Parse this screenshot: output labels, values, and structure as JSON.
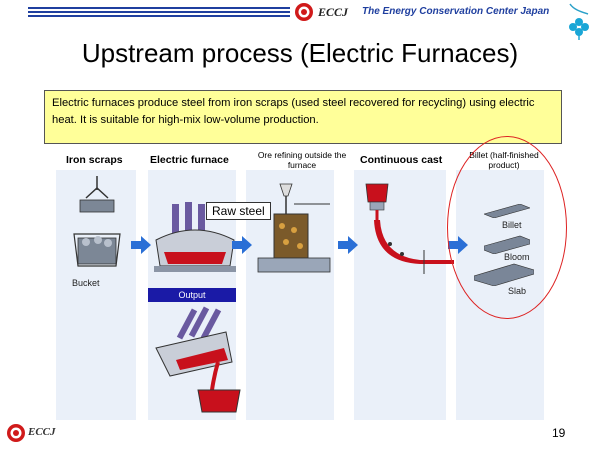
{
  "header": {
    "org_short": "ECCJ",
    "org_name": "The Energy Conservation Center Japan"
  },
  "title": "Upstream process (Electric Furnaces)",
  "intro_text": "Electric furnaces produce steel from iron scraps (used steel recovered for recycling) using electric heat. It is suitable for high-mix low-volume production.",
  "diagram": {
    "steps": [
      {
        "label": "Iron scraps"
      },
      {
        "label": "Electric furnace"
      },
      {
        "label": "Ore refining outside the furnace"
      },
      {
        "label": "Continuous cast"
      },
      {
        "label": "Billet (half-finished product)"
      }
    ],
    "bucket_label": "Bucket",
    "output_label": "Output",
    "raw_steel_label": "Raw steel",
    "products": [
      "Billet",
      "Bloom",
      "Slab"
    ]
  },
  "footer": {
    "org_short": "ECCJ",
    "page_number": "19"
  },
  "colors": {
    "accent_blue": "#1f3f9f",
    "highlight_yellow": "#ffff99",
    "molten_red": "#c8101c",
    "ellipse_red": "#dd2222",
    "arrow_blue": "#2a6fd6"
  }
}
